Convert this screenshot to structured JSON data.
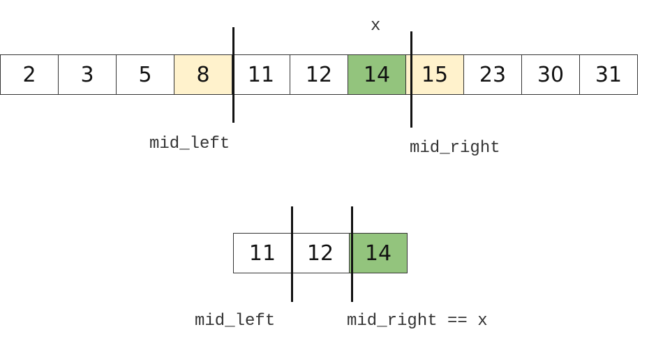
{
  "top_array": {
    "cells": [
      {
        "value": "2",
        "highlight": "none"
      },
      {
        "value": "3",
        "highlight": "none"
      },
      {
        "value": "5",
        "highlight": "none"
      },
      {
        "value": "8",
        "highlight": "yellow"
      },
      {
        "value": "11",
        "highlight": "none"
      },
      {
        "value": "12",
        "highlight": "none"
      },
      {
        "value": "14",
        "highlight": "green"
      },
      {
        "value": "15",
        "highlight": "yellow"
      },
      {
        "value": "23",
        "highlight": "none"
      },
      {
        "value": "30",
        "highlight": "none"
      },
      {
        "value": "31",
        "highlight": "none"
      }
    ],
    "target_label": "x",
    "mid_left_label": "mid_left",
    "mid_right_label": "mid_right"
  },
  "bottom_array": {
    "cells": [
      {
        "value": "11",
        "highlight": "none"
      },
      {
        "value": "12",
        "highlight": "none"
      },
      {
        "value": "14",
        "highlight": "green"
      }
    ],
    "mid_left_label": "mid_left",
    "mid_right_label": "mid_right == x"
  },
  "colors": {
    "yellow": "#fff2cc",
    "green": "#93c47d"
  }
}
